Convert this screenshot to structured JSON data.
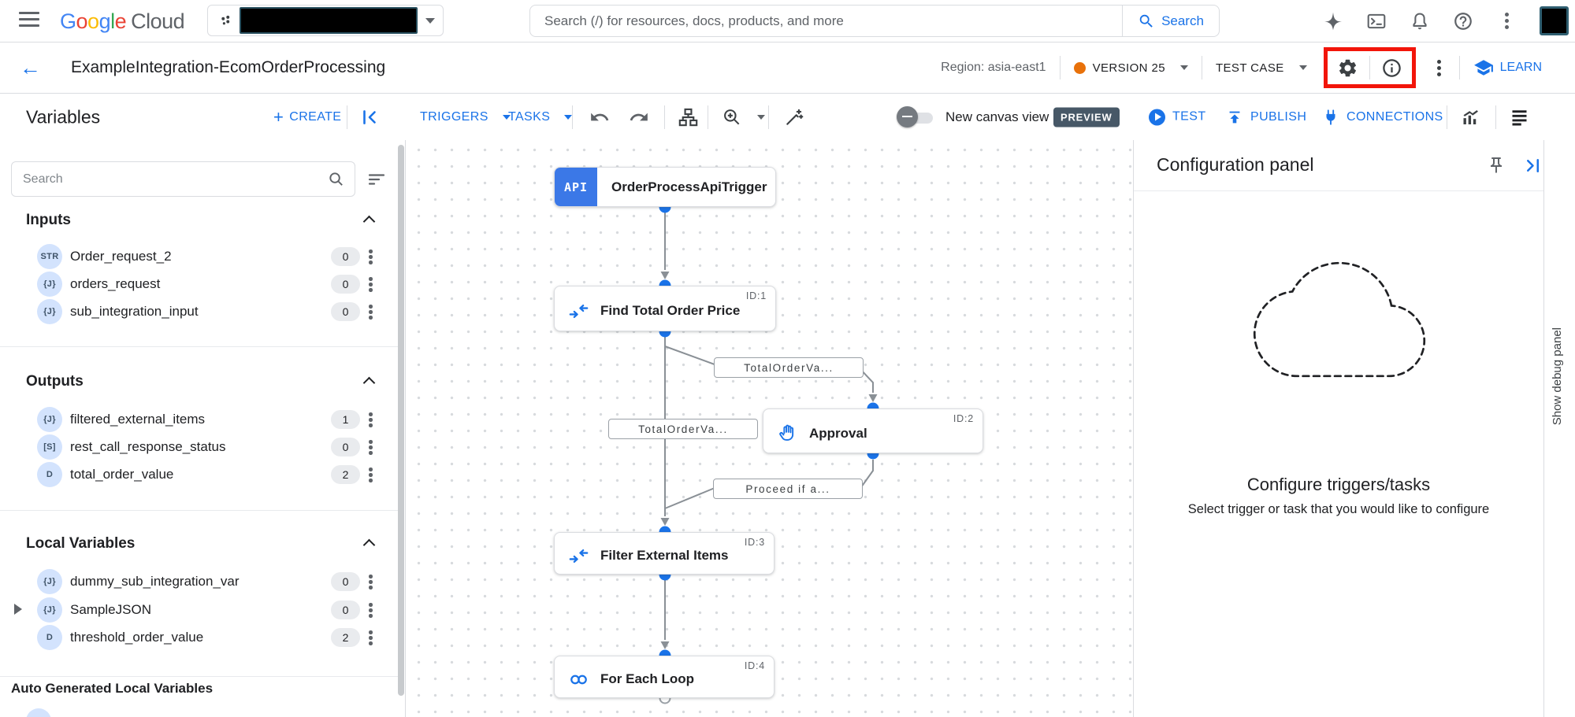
{
  "topbar": {
    "logo_letters": [
      "G",
      "o",
      "o",
      "g",
      "l",
      "e"
    ],
    "logo_cloud": "Cloud",
    "search_placeholder": "Search (/) for resources, docs, products, and more",
    "search_button": "Search"
  },
  "header": {
    "title": "ExampleIntegration-EcomOrderProcessing",
    "region_label": "Region: asia-east1",
    "version_label": "VERSION 25",
    "test_case_label": "TEST CASE",
    "learn_label": "LEARN"
  },
  "toolbar": {
    "variables_title": "Variables",
    "create_label": "CREATE",
    "triggers_label": "TRIGGERS",
    "tasks_label": "TASKS",
    "new_canvas_label": "New canvas view",
    "preview_badge": "PREVIEW",
    "test_label": "TEST",
    "publish_label": "PUBLISH",
    "connections_label": "CONNECTIONS"
  },
  "sidebar": {
    "search_placeholder": "Search",
    "sections": [
      {
        "title": "Inputs",
        "items": [
          {
            "type": "STR",
            "name": "Order_request_2",
            "count": "0"
          },
          {
            "type": "{J}",
            "name": "orders_request",
            "count": "0"
          },
          {
            "type": "{J}",
            "name": "sub_integration_input",
            "count": "0"
          }
        ]
      },
      {
        "title": "Outputs",
        "items": [
          {
            "type": "{J}",
            "name": "filtered_external_items",
            "count": "1"
          },
          {
            "type": "[S]",
            "name": "rest_call_response_status",
            "count": "0"
          },
          {
            "type": "D",
            "name": "total_order_value",
            "count": "2"
          }
        ]
      },
      {
        "title": "Local Variables",
        "items": [
          {
            "type": "{J}",
            "name": "dummy_sub_integration_var",
            "count": "0"
          },
          {
            "type": "{J}",
            "name": "SampleJSON",
            "count": "0"
          },
          {
            "type": "D",
            "name": "threshold_order_value",
            "count": "2"
          }
        ]
      }
    ],
    "auto_generated_title": "Auto Generated Local Variables"
  },
  "canvas": {
    "nodes": [
      {
        "badge": "API",
        "id_label": "",
        "label": "OrderProcessApiTrigger",
        "icon": "api-badge"
      },
      {
        "id_label": "ID:1",
        "label": "Find Total Order Price",
        "icon": "data-mapping-icon"
      },
      {
        "id_label": "ID:2",
        "label": "Approval",
        "icon": "hand-icon"
      },
      {
        "id_label": "ID:3",
        "label": "Filter External Items",
        "icon": "data-mapping-icon"
      },
      {
        "id_label": "ID:4",
        "label": "For Each Loop",
        "icon": "loop-icon"
      }
    ],
    "edge_labels": [
      "TotalOrderVa...",
      "TotalOrderVa...",
      "Proceed if a..."
    ]
  },
  "config_panel": {
    "title": "Configuration panel",
    "empty_title": "Configure triggers/tasks",
    "empty_subtitle": "Select trigger or task that you would like to configure"
  },
  "debug_strip": {
    "label": "Show debug panel"
  },
  "glyphs": {
    "back_arrow": "←"
  },
  "colors": {
    "accent": "#1a73e8",
    "node_icon_blue": "#1a73e8",
    "api_badge_blue": "#3b78e7",
    "version_dot_orange": "#e8710a",
    "preview_badge_bg": "#475867",
    "annotation_red": "#f2150a",
    "edge_gray": "#8a9096"
  }
}
